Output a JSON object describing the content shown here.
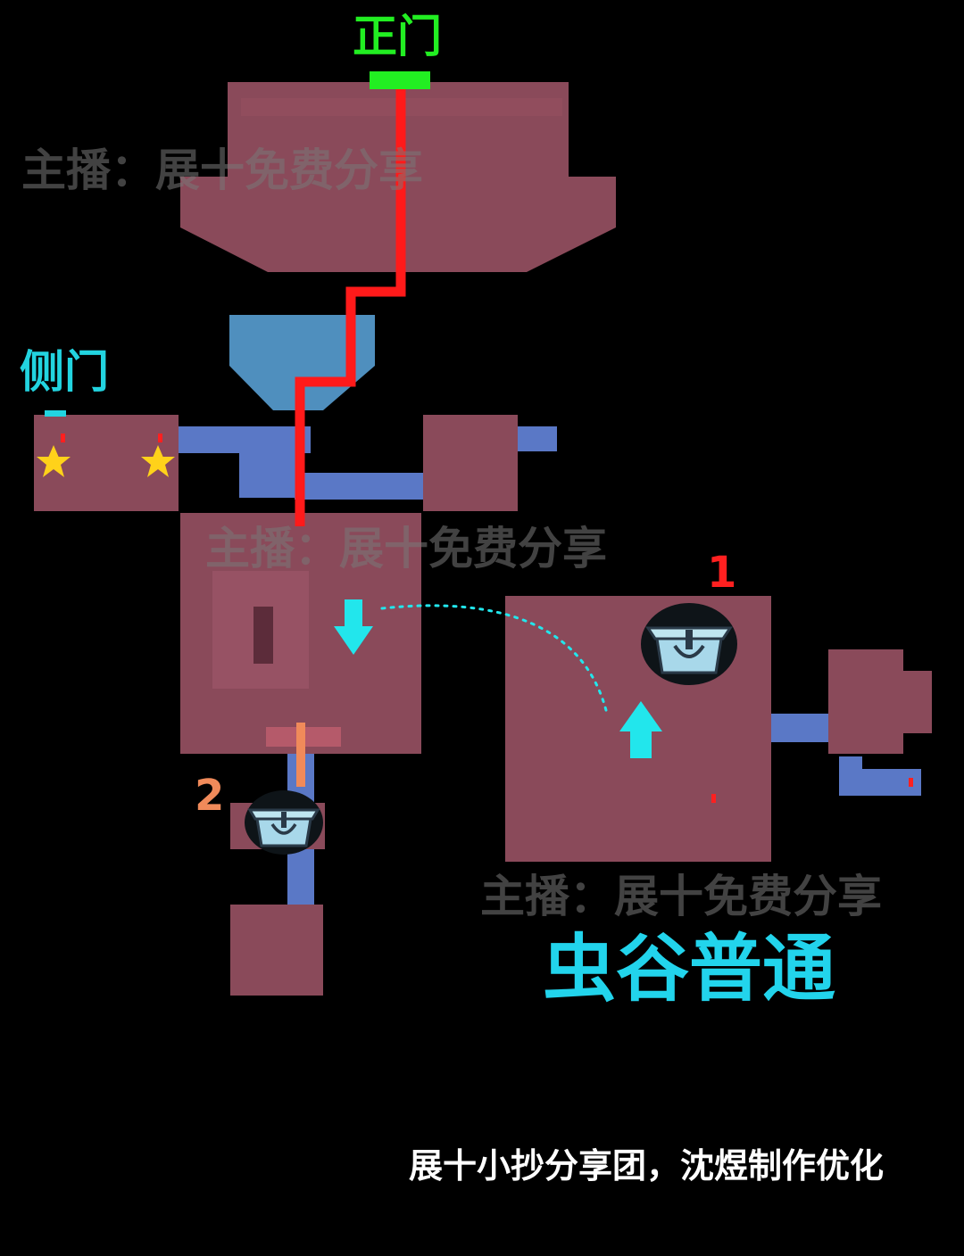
{
  "labels": {
    "main_gate": "正门",
    "side_gate": "侧门",
    "chest_1": "1",
    "chest_2": "2",
    "title": "虫谷普通",
    "credit": "展十小抄分享团，沈煜制作优化"
  },
  "watermarks": [
    "主播：展十免费分享",
    "主播：展十免费分享",
    "主播：展十免费分享"
  ],
  "icons": {
    "star": "star-icon",
    "chest": "treasure-chest-icon",
    "arrow": "arrow-icon"
  },
  "colors": {
    "background": "#000000",
    "room_fill": "#8a4a5a",
    "corridor_fill": "#5a78c6",
    "anteroom_fill": "#4f8fbe",
    "route_line": "#ff1a1a",
    "main_gate": "#22ee22",
    "side_gate": "#22d4e0",
    "arrow": "#22e6ec",
    "chest_2_marker": "#f08a5a",
    "chest_1_marker": "#ff2020",
    "star": "#ffd21a",
    "title": "#22d4ec",
    "credit": "#ffffff"
  }
}
